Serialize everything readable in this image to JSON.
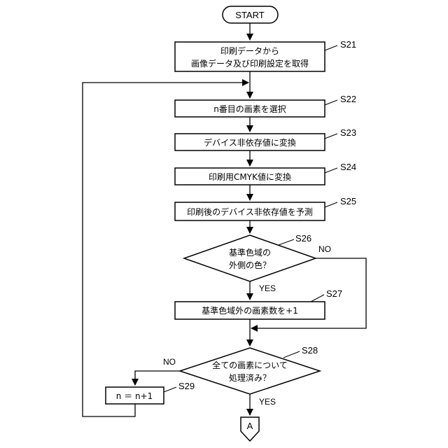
{
  "flowchart": {
    "start": "START",
    "s21": {
      "id": "S21",
      "line1": "印刷データから",
      "line2": "画像データ及び印刷設定を取得"
    },
    "s22": {
      "id": "S22",
      "text": "n番目の画素を選択"
    },
    "s23": {
      "id": "S23",
      "text": "デバイス非依存値に変換"
    },
    "s24": {
      "id": "S24",
      "text": "印刷用CMYK値に変換"
    },
    "s25": {
      "id": "S25",
      "text": "印刷後のデバイス非依存値を予測"
    },
    "s26": {
      "id": "S26",
      "line1": "基準色域の",
      "line2": "外側の色？",
      "no": "NO",
      "yes": "YES"
    },
    "s27": {
      "id": "S27",
      "text": "基準色域外の画素数を+1"
    },
    "s28": {
      "id": "S28",
      "line1": "全ての画素について",
      "line2": "処理済み？",
      "no": "NO",
      "yes": "YES"
    },
    "s29": {
      "id": "S29",
      "text": "n ＝ n+1"
    },
    "connector": "A"
  }
}
